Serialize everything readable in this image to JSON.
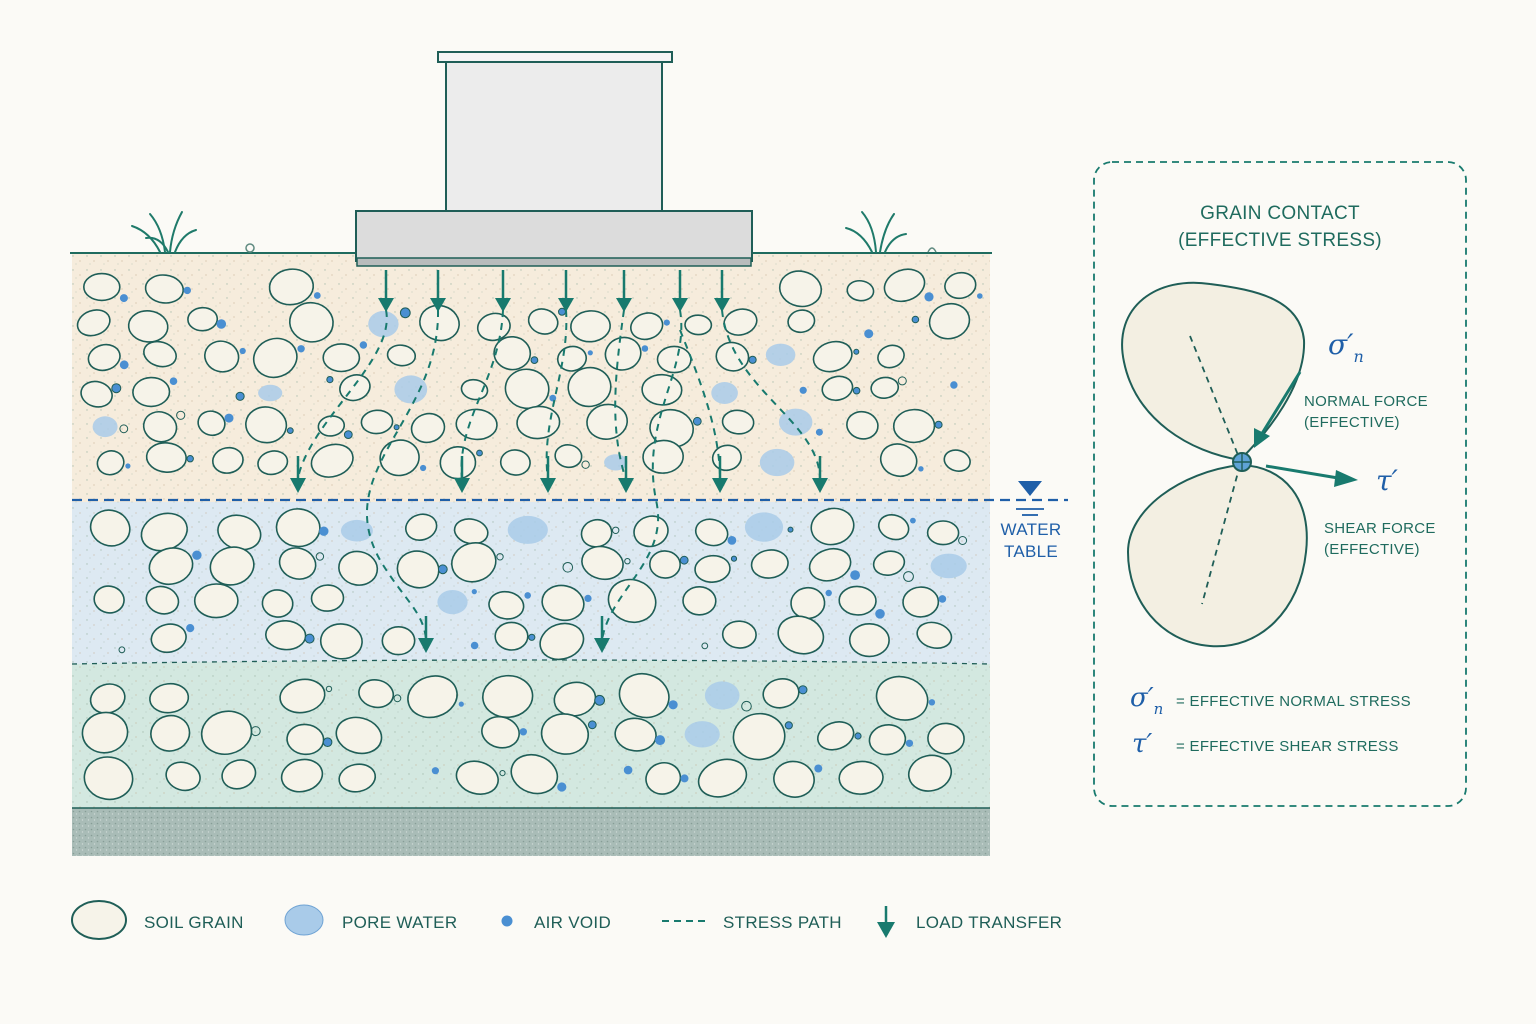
{
  "colors": {
    "background": "#fbfaf6",
    "teal": "#187a6e",
    "teal_dark": "#1f5e57",
    "blue": "#1f5fa8",
    "sand": "#f6ecdc",
    "saturated": "#dde9f2",
    "deep": "#d3e8e0",
    "bedrock": "#a9bcb7",
    "grain_fill": "#f6f3e9",
    "water_fill": "#a9cbe9",
    "air_void": "#4a8fd2"
  },
  "diagram": {
    "water_table_label": [
      "WATER",
      "TABLE"
    ]
  },
  "inset": {
    "title_lines": [
      "GRAIN CONTACT",
      "(EFFECTIVE STRESS)"
    ],
    "sigma_symbol": "σ′",
    "sigma_subscript": "n",
    "tau_symbol": "τ′",
    "normal_force_lines": [
      "NORMAL FORCE",
      "(EFFECTIVE)"
    ],
    "shear_force_lines": [
      "SHEAR FORCE",
      "(EFFECTIVE)"
    ],
    "definitions": [
      {
        "symbol": "σ′",
        "subscript": "n",
        "text": "= EFFECTIVE NORMAL STRESS"
      },
      {
        "symbol": "τ′",
        "subscript": "",
        "text": "= EFFECTIVE SHEAR STRESS"
      }
    ]
  },
  "legend": [
    {
      "icon": "soil-grain-icon",
      "label": "SOIL GRAIN"
    },
    {
      "icon": "pore-water-icon",
      "label": "PORE WATER"
    },
    {
      "icon": "air-void-icon",
      "label": "AIR VOID"
    },
    {
      "icon": "stress-path-icon",
      "label": "STRESS PATH"
    },
    {
      "icon": "load-transfer-icon",
      "label": "LOAD TRANSFER"
    }
  ]
}
